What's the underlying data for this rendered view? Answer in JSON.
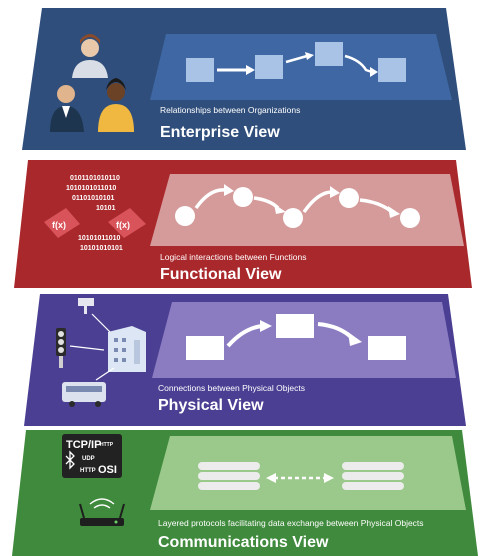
{
  "layers": [
    {
      "id": "enterprise",
      "caption": "Relationships between Organizations",
      "title": "Enterprise View",
      "color": "#2f4e7b",
      "panel": "#3f67a4"
    },
    {
      "id": "functional",
      "caption": "Logical interactions between Functions",
      "title": "Functional View",
      "color": "#a9282c",
      "panel": "#d59a9a"
    },
    {
      "id": "physical",
      "caption": "Connections between Physical Objects",
      "title": "Physical View",
      "color": "#4b3f93",
      "panel": "#8b7cc2"
    },
    {
      "id": "communications",
      "caption": "Layered protocols facilitating data exchange between Physical Objects",
      "title": "Communications View",
      "color": "#3f8a3c",
      "panel": "#9bc98c"
    }
  ],
  "functional_icon": {
    "bits": [
      "0101101010110",
      "1010101011010",
      "01101010101",
      "10101",
      "10101011010",
      "10101010101"
    ],
    "labels": [
      "f(x)",
      "f(x)"
    ]
  },
  "protocols": {
    "line1": "TCP/IP",
    "line1b": "HTTP",
    "line2": "UDP",
    "line3a": "HTTP",
    "line3b": "OSI"
  },
  "icons": {
    "enterprise": [
      "people-icon"
    ],
    "functional": [
      "binary-function-icon"
    ],
    "physical": [
      "traffic-signal-icon",
      "camera-icon",
      "building-icon",
      "bus-icon"
    ],
    "communications": [
      "protocol-screen-icon",
      "bluetooth-icon",
      "router-icon"
    ]
  }
}
